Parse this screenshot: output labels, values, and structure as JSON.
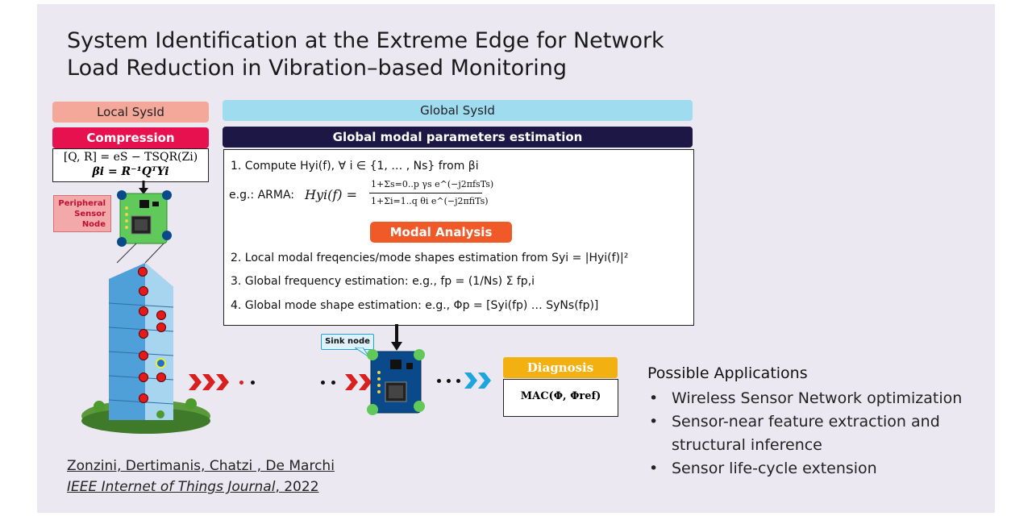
{
  "title": {
    "line1": "System Identification at the Extreme Edge for Network",
    "line2": "Load Reduction in Vibration–based Monitoring"
  },
  "local": {
    "header": "Local SysId",
    "compression": "Compression",
    "eq1": "[Q, R] = eS − TSQR(Zi)",
    "eq2": "βi = R⁻¹QᵀYi",
    "peripheral_label": "Peripheral Sensor Node"
  },
  "global": {
    "header": "Global SysId",
    "estimation": "Global modal parameters estimation",
    "step1": "1.   Compute Hyi(f), ∀ i ∈ {1, … , Ns} from βi",
    "arma_prefix": "e.g.: ARMA:",
    "arma_lhs": "Hyi(f) =",
    "arma_num": "1+Σs=0..p γs e^(−j2πfsTs)",
    "arma_den": "1+Σi=1..q θi e^(−j2πfiTs)",
    "modal_analysis": "Modal Analysis",
    "step2": "2.   Local modal freqencies/mode shapes estimation from Syi = |Hyi(f)|²",
    "step3": "3.   Global frequency estimation: e.g., fp = (1/Ns) Σ fp,i",
    "step4": "4.   Global mode shape estimation: e.g., Φp = [Syi(fp) … SyNs(fp)]"
  },
  "sink_label": "Sink node",
  "diagnosis": {
    "header": "Diagnosis",
    "formula": "MAC(Φ, Φref)"
  },
  "applications": {
    "heading": "Possible Applications",
    "items": [
      "Wireless Sensor Network optimization",
      "Sensor-near feature extraction and structural inference",
      "Sensor life-cycle extension"
    ]
  },
  "citation": {
    "authors": "Zonzini, Dertimanis, Chatzi , De Marchi",
    "journal": "IEEE Internet of Things Journal",
    "year": ", 2022"
  },
  "colors": {
    "local_header_bg": "#f4a89a",
    "compression_bg": "#e8114f",
    "global_header_bg": "#9fdcf0",
    "estimation_bg": "#1c1744",
    "modal_analysis_bg": "#f05a28",
    "diagnosis_bg": "#f2b111",
    "chevron_red": "#d8201f",
    "chevron_blue": "#1ea5dc",
    "pcb_green": "#5fc95a",
    "pcb_blue": "#0a4a8a",
    "peripheral_label_bg": "#f3a8aa"
  }
}
